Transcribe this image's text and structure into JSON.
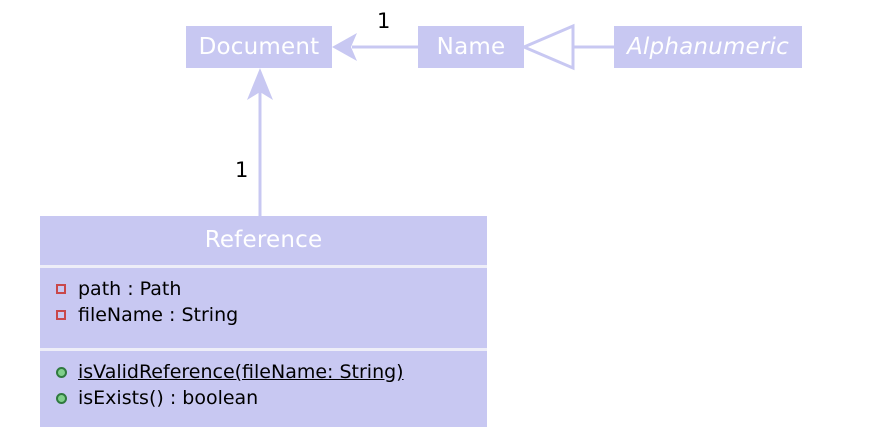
{
  "diagram": {
    "type": "uml-class-diagram",
    "title": "Reference / Document / Name class diagram",
    "background_color": "#ffffff",
    "class_fill_color": "#c8c8f2",
    "class_title_text_color": "#ffffff",
    "member_text_color": "#000000",
    "connector_color": "#c8c8f2",
    "private_marker_color": "#c9484b",
    "public_marker_color": "#7fcf8a"
  },
  "classes": {
    "document": {
      "name": "Document",
      "abstract": false
    },
    "name": {
      "name": "Name",
      "abstract": false
    },
    "alphanumeric": {
      "name": "Alphanumeric",
      "abstract": true
    },
    "reference": {
      "name": "Reference",
      "abstract": false,
      "attributes": [
        {
          "visibility": "private",
          "marker": "private-square-icon",
          "text": "path : Path",
          "static": false
        },
        {
          "visibility": "private",
          "marker": "private-square-icon",
          "text": "fileName : String",
          "static": false
        }
      ],
      "operations": [
        {
          "visibility": "public",
          "marker": "public-circle-icon",
          "text": "isValidReference(fileName: String)",
          "static": true
        },
        {
          "visibility": "public",
          "marker": "public-circle-icon",
          "text": "isExists() : boolean",
          "static": false
        }
      ]
    }
  },
  "relationships": [
    {
      "id": "name-to-document",
      "kind": "association",
      "arrow": "open-arrow-icon",
      "source": "Name",
      "target": "Document",
      "multiplicity": "1"
    },
    {
      "id": "alphanumeric-to-name",
      "kind": "generalization",
      "arrow": "hollow-triangle-icon",
      "source": "Alphanumeric",
      "target": "Name",
      "multiplicity": ""
    },
    {
      "id": "reference-to-document",
      "kind": "association",
      "arrow": "solid-arrow-icon",
      "source": "Reference",
      "target": "Document",
      "multiplicity": "1"
    }
  ]
}
